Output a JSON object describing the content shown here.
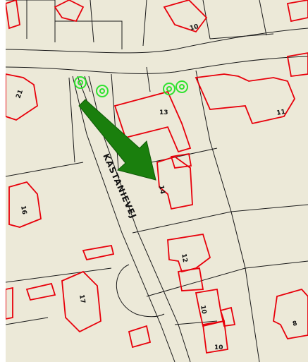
{
  "map": {
    "street_name": "KASTANIEVEJ",
    "house_numbers": [
      "10",
      "21",
      "13",
      "11",
      "14",
      "16",
      "12",
      "17",
      "10",
      "8",
      "10"
    ],
    "colors": {
      "background": "#ece9d8",
      "building_outline": "#e8000b",
      "parcel_lines": "#1a1a1a",
      "tree_symbols": "#2fe22f",
      "arrow": "#1a7f0d"
    },
    "symbols": [
      "tree-icon",
      "tree-icon",
      "tree-icon",
      "tree-icon"
    ],
    "marker": "arrow-pointer-icon"
  }
}
